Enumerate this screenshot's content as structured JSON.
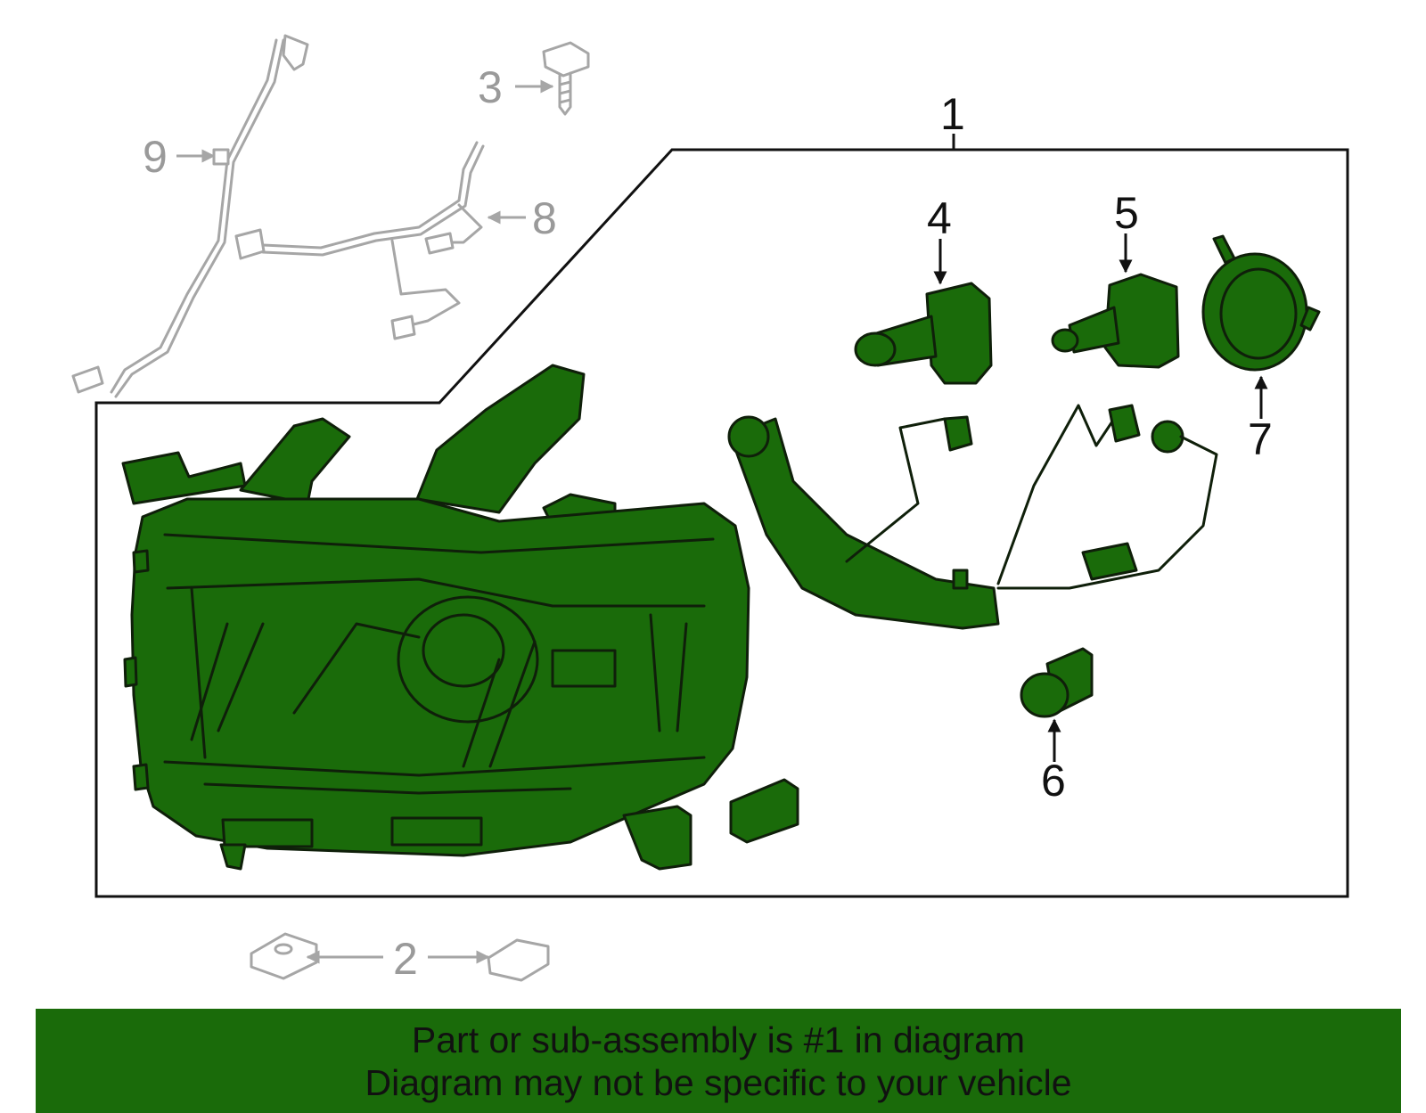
{
  "colors": {
    "highlight": "#1a6b0a",
    "outline": "#0f1f0a",
    "context_part": "#a6a6a6",
    "footer_bg": "#1a6b0a"
  },
  "callouts": {
    "c1": "1",
    "c2": "2",
    "c3": "3",
    "c4": "4",
    "c5": "5",
    "c6": "6",
    "c7": "7",
    "c8": "8",
    "c9": "9"
  },
  "footer": {
    "line1": "Part or sub-assembly is #1 in diagram",
    "line2": "Diagram may not be specific to your vehicle"
  }
}
